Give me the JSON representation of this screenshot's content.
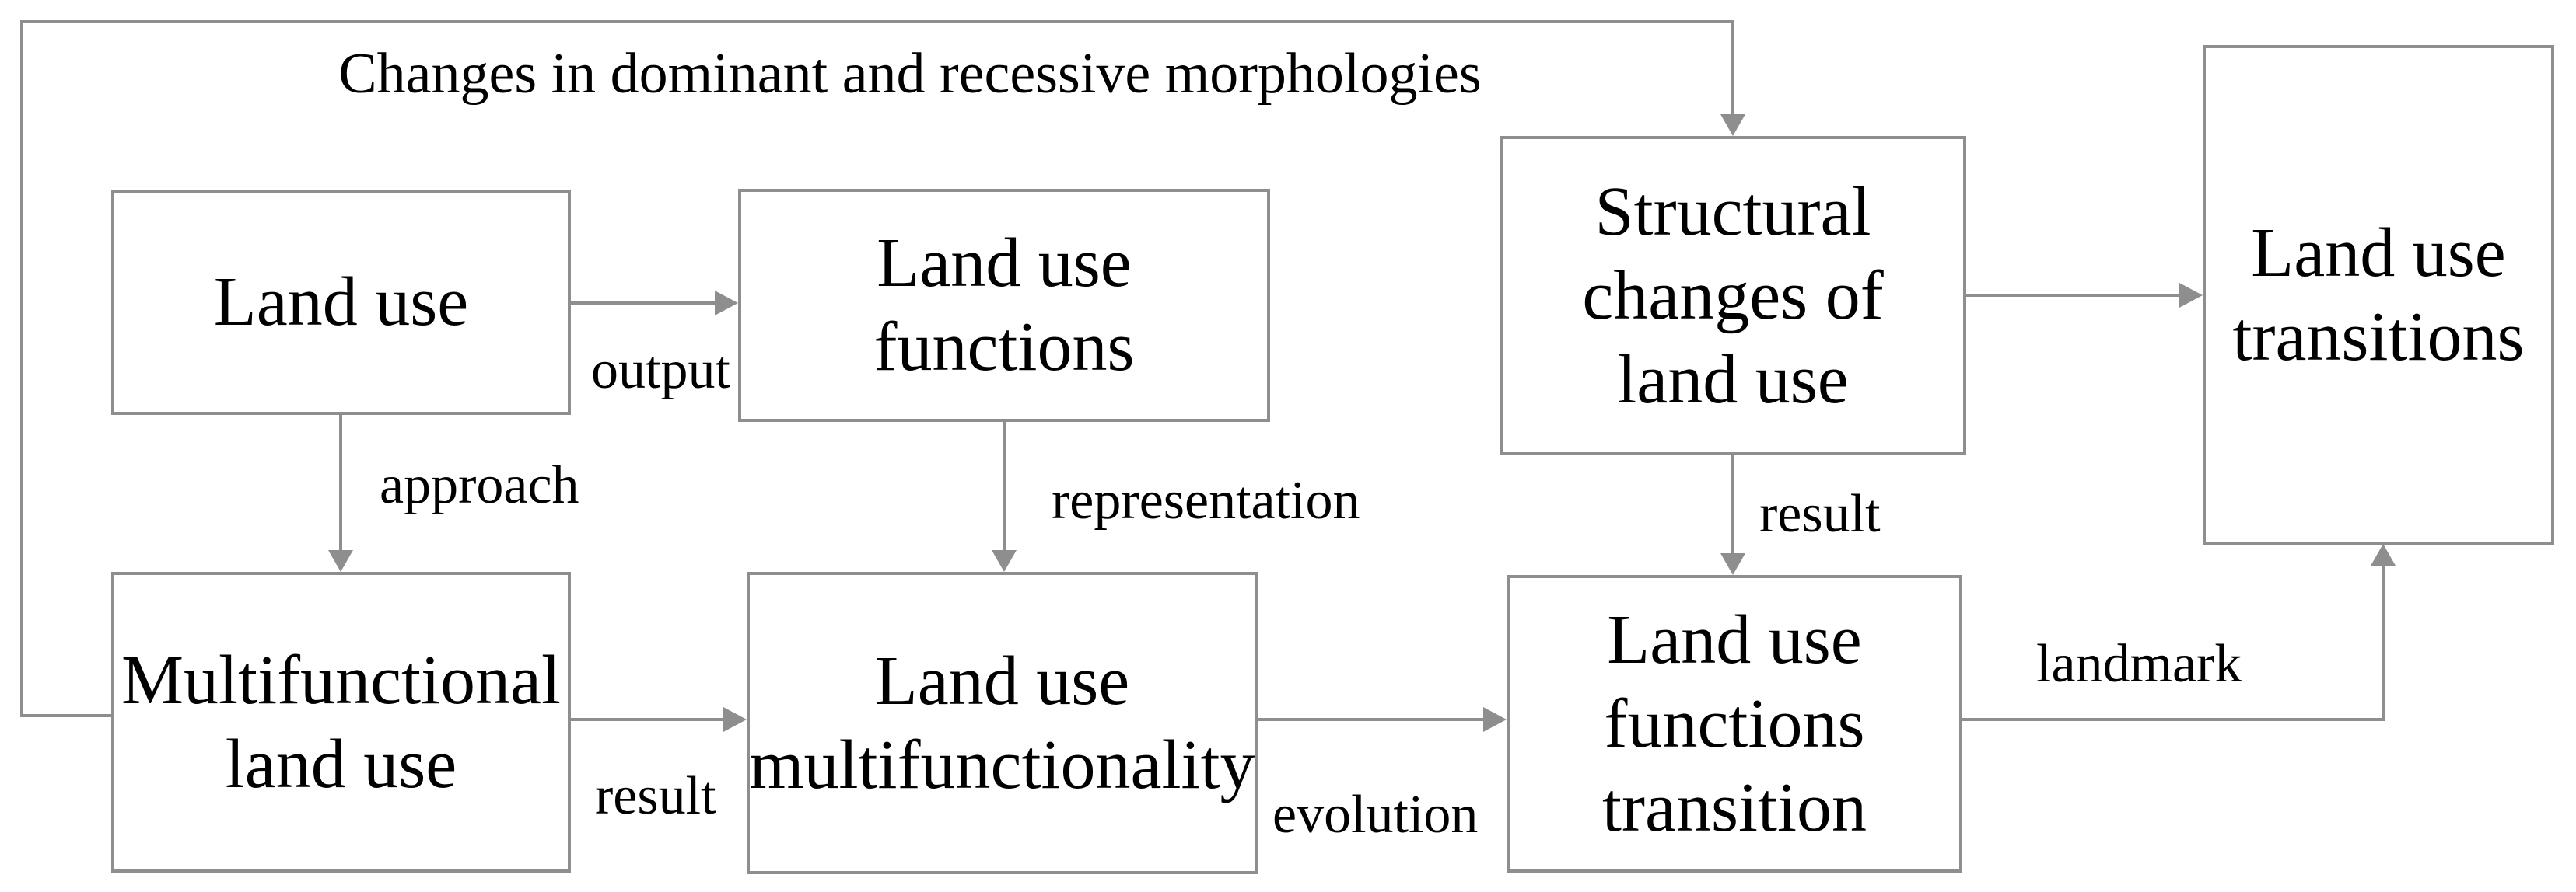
{
  "figure": {
    "title": "Changes in dominant and recessive morphologies",
    "background_color": "#ffffff",
    "line_color": "#8e8e8e",
    "text_color": "#000000"
  },
  "nodes": {
    "land_use": {
      "label": "Land use"
    },
    "land_use_functions": {
      "label": "Land use\nfunctions"
    },
    "structural_changes": {
      "label": "Structural\nchanges of\nland use"
    },
    "land_use_transitions": {
      "label": "Land use\ntransitions"
    },
    "multifunctional_land_use": {
      "label": "Multifunctional\nland use"
    },
    "land_use_multifunctionality": {
      "label": "Land use\nmultifunctionality"
    },
    "land_use_functions_transition": {
      "label": "Land use\nfunctions\ntransition"
    }
  },
  "edge_labels": {
    "output": "output",
    "approach": "approach",
    "representation": "representation",
    "result_right": "result",
    "result_left": "result",
    "evolution": "evolution",
    "landmark": "landmark"
  }
}
